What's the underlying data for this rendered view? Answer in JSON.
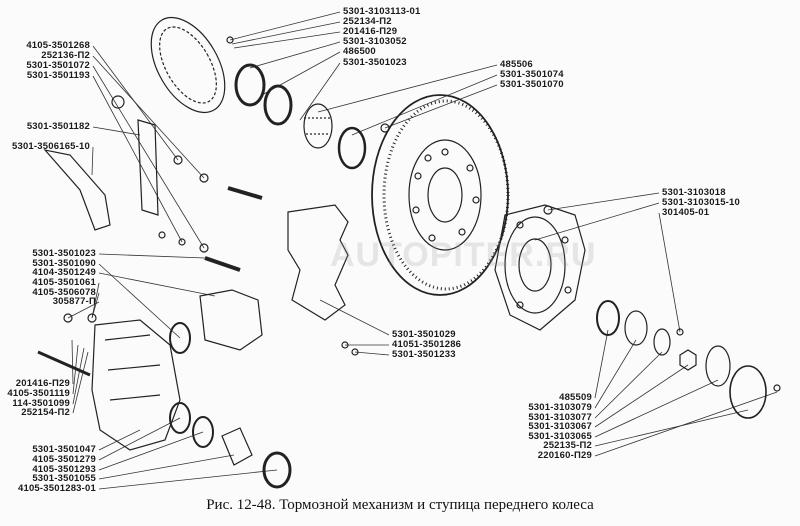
{
  "figure": {
    "caption": "Рис. 12-48. Тормозной механизм и ступица переднего колеса",
    "watermark": "AUTOPITER.RU"
  },
  "labels": {
    "top_center": [
      "5301-3103113-01",
      "252134-П2",
      "201416-П29",
      "5301-3103052",
      "486500",
      "5301-3501023"
    ],
    "top_right": [
      "485506",
      "5301-3501074",
      "5301-3501070"
    ],
    "left_top": [
      "4105-3501268",
      "252136-П2",
      "5301-3501072",
      "5301-3501193"
    ],
    "left_bracket": [
      "5301-3501182",
      "5301-3506165-10"
    ],
    "left_middle": [
      "5301-3501023",
      "5301-3501090",
      "4104-3501249",
      "4105-3501061",
      "4105-3506078",
      "305877-П"
    ],
    "left_lower": [
      "201416-П29",
      "4105-3501119",
      "114-3501099",
      "252154-П2"
    ],
    "left_bottom": [
      "5301-3501047",
      "4105-3501279",
      "4105-3501293",
      "5301-3501055",
      "4105-3501283-01"
    ],
    "center": [
      "5301-3501029",
      "41051-3501286",
      "5301-3501233"
    ],
    "right_hub": [
      "5301-3103018",
      "5301-3103015-10",
      "301405-01"
    ],
    "right_bottom": [
      "485509",
      "5301-3103079",
      "5301-3103077",
      "5301-3103067",
      "5301-3103065",
      "252135-П2",
      "220160-П29"
    ]
  }
}
